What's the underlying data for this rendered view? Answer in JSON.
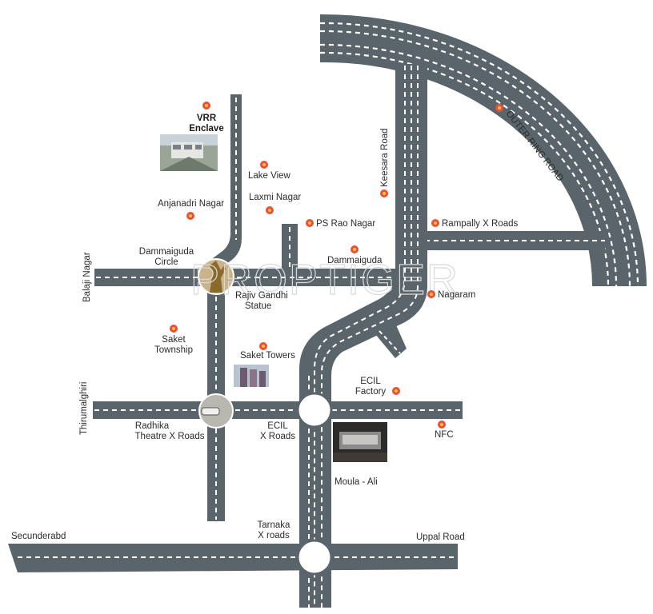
{
  "colors": {
    "road": "#5a656b",
    "road_line": "#ffffff",
    "marker_outer": "#e8503c",
    "marker_inner": "#f4c430",
    "text": "#2b2b2b"
  },
  "watermark": "PROPTIGER",
  "project": {
    "name_line1": "VRR",
    "name_line2": "Enclave"
  },
  "roads": {
    "outer_ring": "OUTER RING ROAD",
    "keesara": "Keesara Road",
    "balaji": "Balaji Nagar",
    "thirumalghiri": "Thirumalghiri",
    "secunderabad": "Secunderabd",
    "uppal": "Uppal Road"
  },
  "junctions": {
    "dammaiguda_circle_1": "Dammaiguda",
    "dammaiguda_circle_2": "Circle",
    "rajiv_1": "Rajiv Gandhi",
    "rajiv_2": "Statue",
    "radhika_1": "Radhika",
    "radhika_2": "Theatre X Roads",
    "ecil_x_1": "ECIL",
    "ecil_x_2": "X Roads",
    "tarnaka_1": "Tarnaka",
    "tarnaka_2": "X roads",
    "moula_ali": "Moula - Ali"
  },
  "places": {
    "lake_view": "Lake View",
    "laxmi_nagar": "Laxmi Nagar",
    "anjanadri": "Anjanadri Nagar",
    "ps_rao": "PS Rao Nagar",
    "dammaiguda": "Dammaiguda",
    "rampally": "Rampally X Roads",
    "nagaram": "Nagaram",
    "saket_township_1": "Saket",
    "saket_township_2": "Township",
    "saket_towers": "Saket Towers",
    "ecil_factory_1": "ECIL",
    "ecil_factory_2": "Factory",
    "nfc": "NFC"
  }
}
